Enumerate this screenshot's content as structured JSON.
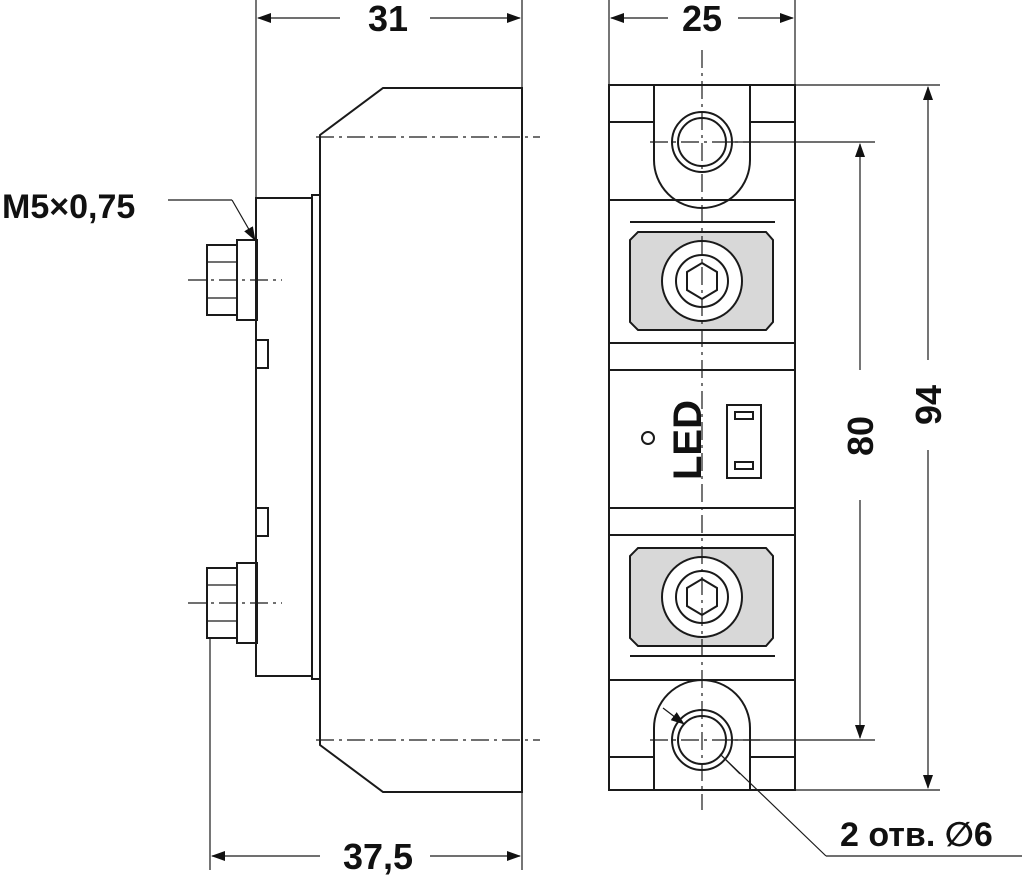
{
  "dimensions": {
    "side_width": "31",
    "front_width": "25",
    "side_total": "37,5",
    "height_total": "94",
    "hole_spacing": "80"
  },
  "labels": {
    "thread": "M5×0,75",
    "led": "LED",
    "holes": "2 отв. ∅6"
  }
}
